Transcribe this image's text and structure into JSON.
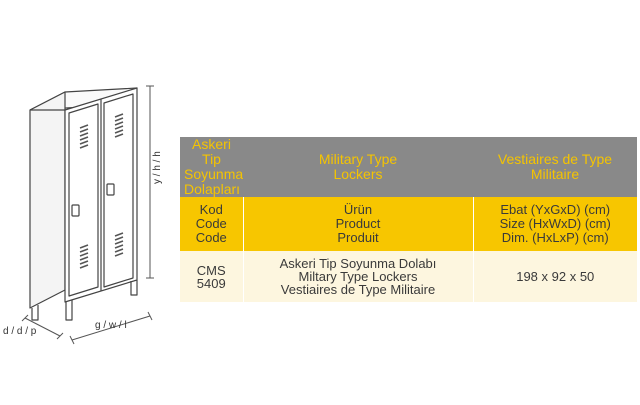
{
  "dimensions": {
    "height_label": "y / h / h",
    "depth_label": "d / d / p",
    "width_label": "g / w / l"
  },
  "table": {
    "headers": [
      [
        "Askeri Tip",
        "Soyunma Dolapları"
      ],
      [
        "Military Type",
        "Lockers"
      ],
      [
        "Vestiaires de Type",
        "Militaire"
      ]
    ],
    "subheaders": [
      [
        "Kod",
        "Code",
        "Code"
      ],
      [
        "Ürün",
        "Product",
        "Produit"
      ],
      [
        "Ebat (YxGxD) (cm)",
        "Size (HxWxD) (cm)",
        "Dim. (HxLxP) (cm)"
      ]
    ],
    "row": {
      "code": "CMS 5409",
      "product": [
        "Askeri Tip Soyunma Dolabı",
        "Miltary Type Lockers",
        "Vestiaires de Type Militaire"
      ],
      "size": "198 x 92 x 50"
    }
  }
}
